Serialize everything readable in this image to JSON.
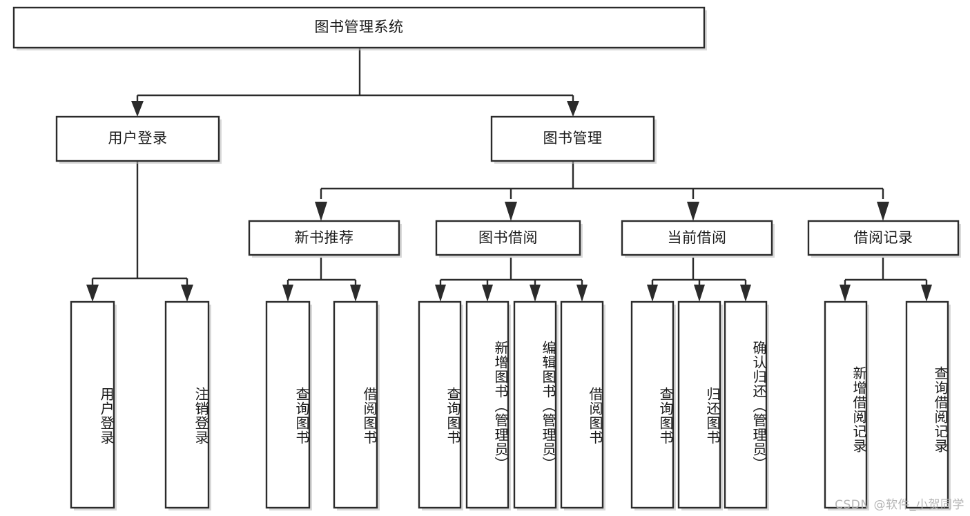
{
  "diagram": {
    "title": "图书管理系统",
    "type": "tree-hierarchy-chart",
    "watermark": "CSDN @软件_小贺同学",
    "colors": {
      "box_fill": "#ffffff",
      "box_stroke": "#2b2b2b",
      "text": "#1a1a1a",
      "watermark": "#b5b5b5",
      "background": "#ffffff"
    },
    "root": {
      "label": "图书管理系统"
    },
    "level2": [
      {
        "label": "用户登录"
      },
      {
        "label": "图书管理"
      }
    ],
    "level3": [
      {
        "label": "新书推荐"
      },
      {
        "label": "图书借阅"
      },
      {
        "label": "当前借阅"
      },
      {
        "label": "借阅记录"
      }
    ],
    "leaves": {
      "user_login": [
        {
          "label": "用户登录"
        },
        {
          "label": "注销登录"
        }
      ],
      "new_book_recommend": [
        {
          "label": "查询图书"
        },
        {
          "label": "借阅图书"
        }
      ],
      "book_borrow": [
        {
          "label": "查询图书"
        },
        {
          "label": "新增图书（管理员）"
        },
        {
          "label": "编辑图书（管理员）"
        },
        {
          "label": "借阅图书"
        }
      ],
      "current_borrow": [
        {
          "label": "查询图书"
        },
        {
          "label": "归还图书"
        },
        {
          "label": "确认归还（管理员）"
        }
      ],
      "borrow_record": [
        {
          "label": "新增借阅记录"
        },
        {
          "label": "查询借阅记录"
        }
      ]
    }
  }
}
